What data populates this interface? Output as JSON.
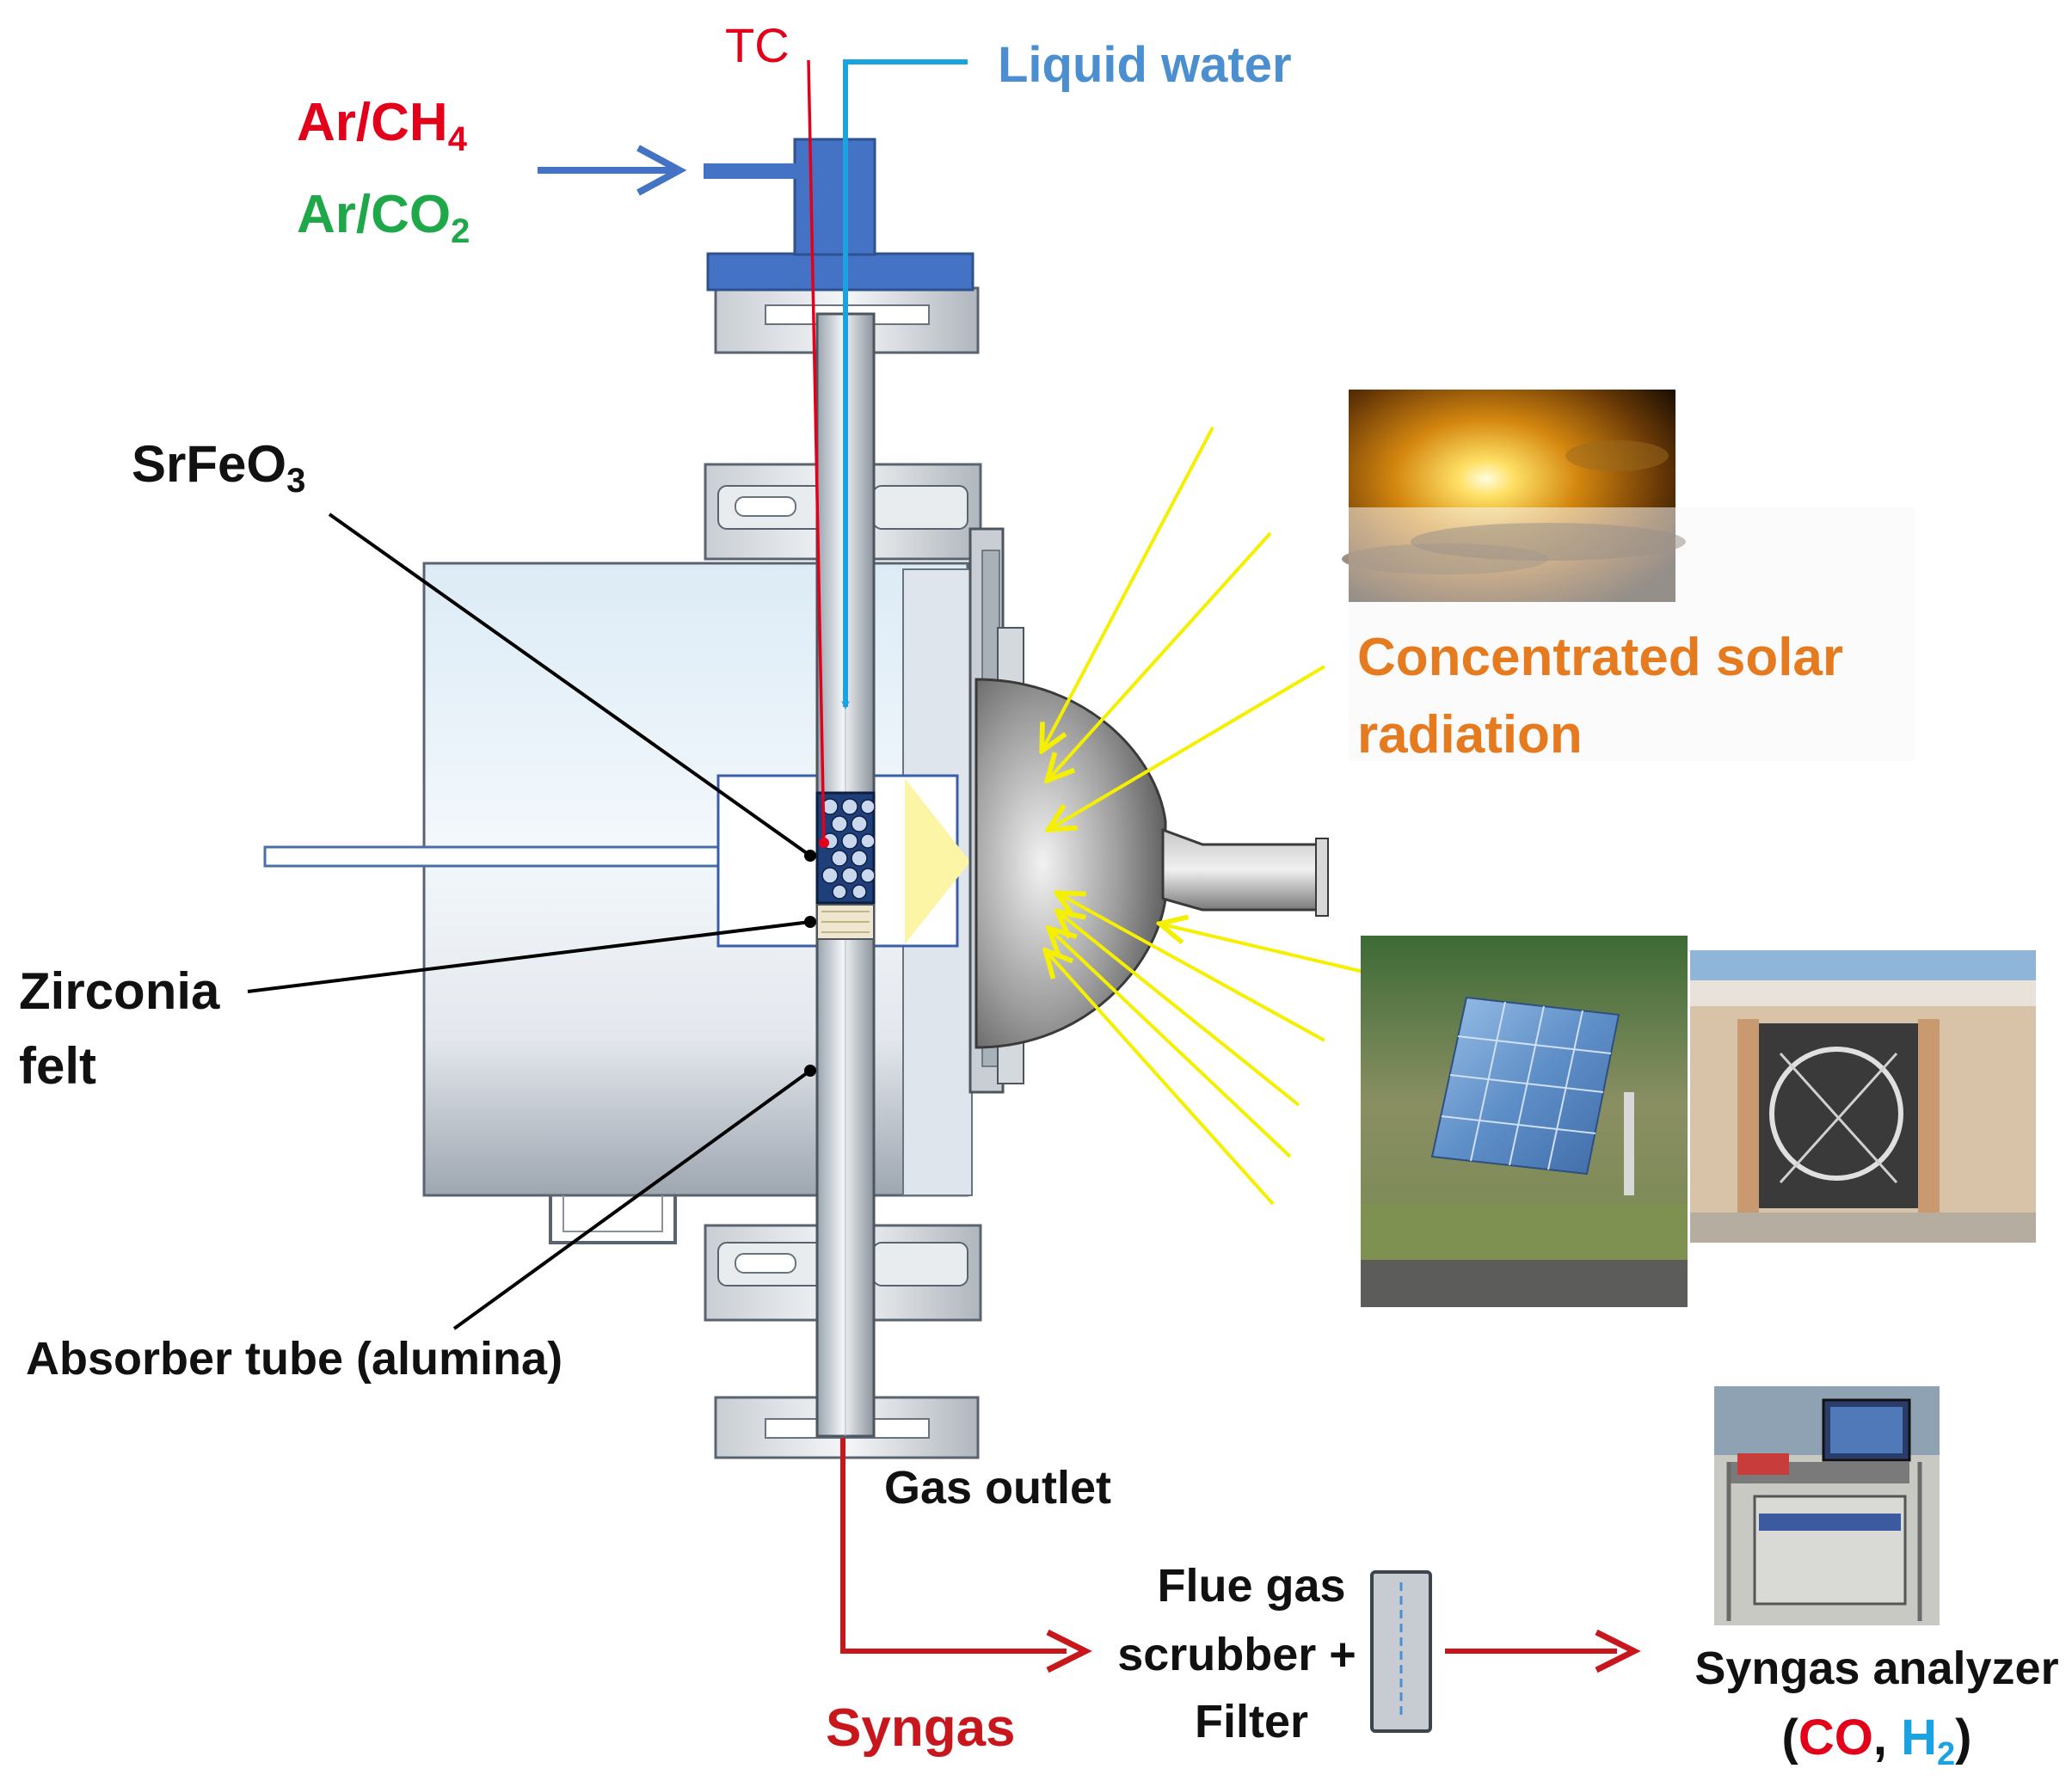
{
  "labels": {
    "tc": "TC",
    "liquid_water": "Liquid water",
    "ar": "Ar/CH",
    "ch4_sub": "4",
    "ar_co2": "Ar/CO",
    "co2_sub": "2",
    "srfeo": "SrFeO",
    "srfeo_sub": "3",
    "zirconia_line1": "Zirconia",
    "zirconia_line2": "felt",
    "absorber": "Absorber tube (alumina)",
    "solar_line1": "Concentrated solar",
    "solar_line2": "radiation",
    "gas_outlet": "Gas outlet",
    "syngas": "Syngas",
    "scrubber_line1": "Flue gas",
    "scrubber_line2": "scrubber +",
    "scrubber_line3": "Filter",
    "analyzer_line1": "Syngas analyzer",
    "analyzer_open": "(",
    "analyzer_co": "CO",
    "analyzer_comma": ", ",
    "analyzer_h": "H",
    "analyzer_h_sub": "2",
    "analyzer_close": ")"
  },
  "colors": {
    "tc_red": "#e3001b",
    "water_blue": "#1aa3e0",
    "water_label_blue": "#4b8fd0",
    "ch4_red": "#e3001b",
    "co2_green": "#1fa84a",
    "solar_orange": "#e57a1f",
    "syngas_red": "#c8161d",
    "flange_blue": "#4472c4",
    "ray_yellow": "#f5f000",
    "h2_blue": "#1aa3e0"
  },
  "photos": {
    "sun": "sun-photo",
    "heliostat": "heliostat-photo",
    "furnace": "solar-furnace-photo",
    "analyzer": "syngas-analyzer-photo"
  }
}
